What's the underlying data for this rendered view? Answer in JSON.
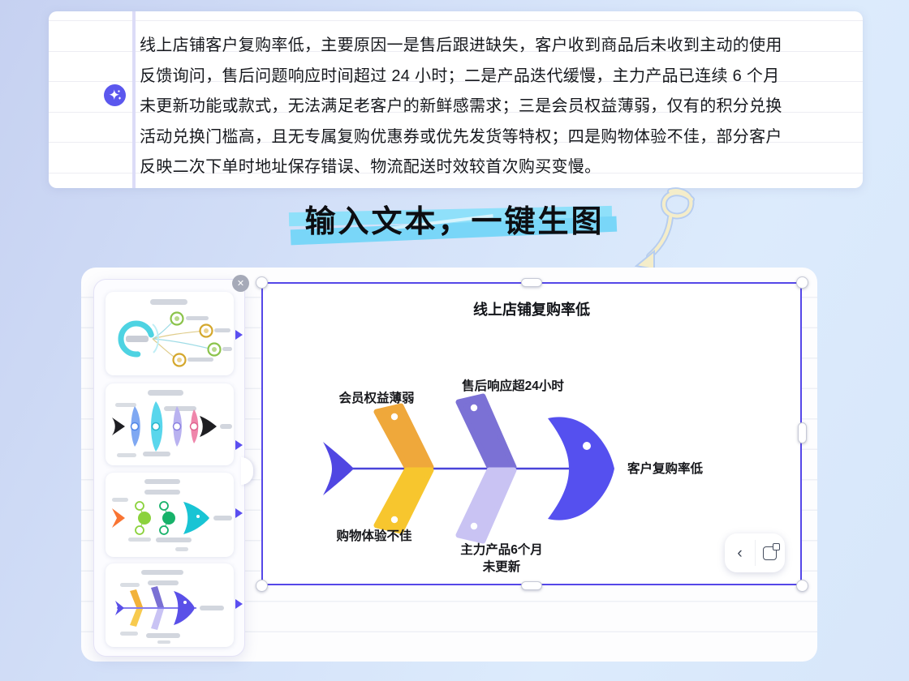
{
  "doc": {
    "lines": [
      "线上店铺客户复购率低，主要原因一是售后跟进缺失，客户收到商品后未收到主动的使用",
      "反馈询问，售后问题响应时间超过 24 小时；二是产品迭代缓慢，主力产品已连续 6 个月",
      "未更新功能或款式，无法满足老客户的新鲜感需求；三是会员权益薄弱，仅有的积分兑换",
      "活动兑换门槛高，且无专属复购优惠券或优先发货等特权；四是购物体验不佳，部分客户",
      "反映二次下单时地址保存错误、物流配送时效较首次购买变慢。"
    ]
  },
  "headline": {
    "text": "输入文本，一键生图",
    "highlight_color": "#7cd7f8"
  },
  "template_panel": {
    "close_label": "✕",
    "templates": [
      {
        "kind": "mindmap"
      },
      {
        "kind": "curved-leaf-fishbone"
      },
      {
        "kind": "node-fishbone"
      },
      {
        "kind": "chevron-fishbone"
      }
    ]
  },
  "canvas": {
    "title": "线上店铺复购率低",
    "fishbone": {
      "head_label": "客户复购率低",
      "top_bones": [
        {
          "label": "会员权益薄弱",
          "color": "#efa83b"
        },
        {
          "label": "售后响应超24小时",
          "color": "#7b71d5"
        }
      ],
      "bottom_bones": [
        {
          "label": "购物体验不佳",
          "color": "#f7c62e"
        },
        {
          "label_line1": "主力产品6个月",
          "label_line2": "未更新",
          "color": "#c9c3f3"
        }
      ],
      "spine_color": "#4a44d9",
      "head_color": "#5550ef"
    },
    "controls": {
      "prev_label": "‹"
    },
    "selection_color": "#5547e8"
  },
  "ai_badge": {
    "color": "#5b57ee"
  }
}
